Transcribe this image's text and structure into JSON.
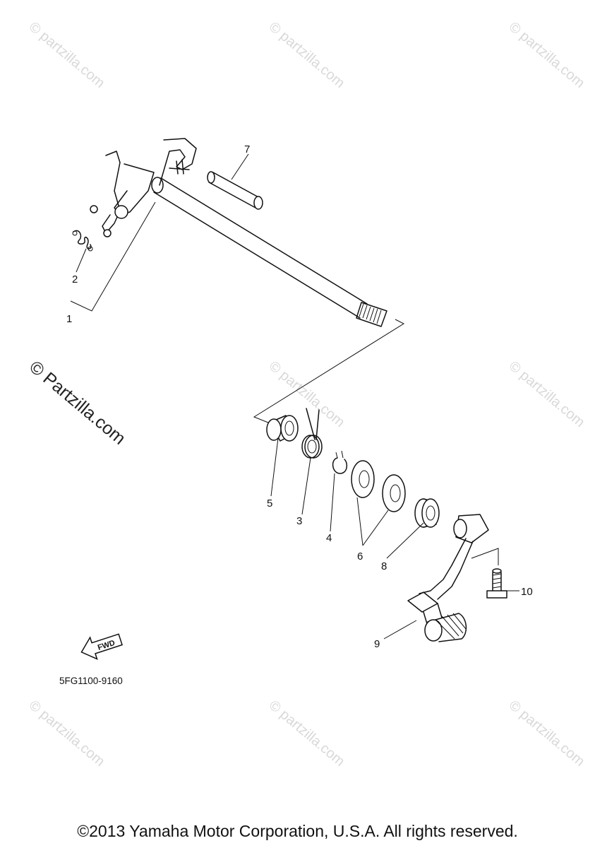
{
  "watermark": {
    "text": "© Partzilla.com",
    "small_text": "© partzilla.com"
  },
  "callouts": [
    "1",
    "2",
    "3",
    "4",
    "5",
    "6",
    "7",
    "8",
    "9",
    "10"
  ],
  "fwd_label": "FWD",
  "diagram_code": "5FG1100-9160",
  "copyright": "©2013 Yamaha Motor Corporation, U.S.A. All rights reserved.",
  "colors": {
    "line": "#111111",
    "watermark": "#d9d9d9",
    "background": "#ffffff"
  }
}
